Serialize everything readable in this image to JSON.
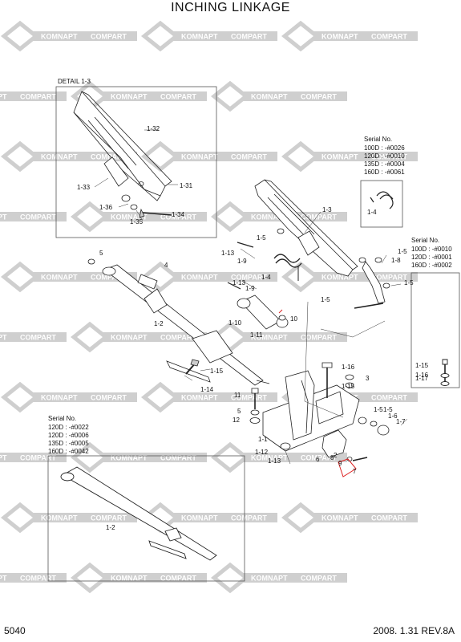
{
  "title": "INCHING LINKAGE",
  "footer": {
    "page_no": "5040",
    "date_rev": "2008. 1.31  REV.8A"
  },
  "watermark": {
    "left": "KOMNAPT",
    "right": "COMPART",
    "color": "#cfcfcf"
  },
  "detail": {
    "title": "DETAIL 1-3"
  },
  "serial_box_spring": {
    "heading": "Serial No.",
    "rows": [
      "100D : -#0026",
      "120D : -#0010",
      "135D : -#0004",
      "160D : -#0061"
    ],
    "part": "1-4"
  },
  "serial_box_bolt": {
    "heading": "Serial No.",
    "rows": [
      "100D : -#0010",
      "120D : -#0001",
      "160D : -#0002"
    ],
    "parts": [
      "1-16",
      "1-15",
      "1-17"
    ]
  },
  "serial_box_shaft": {
    "heading": "Serial No.",
    "rows": [
      "120D : -#0022",
      "120D : -#0006",
      "135D : -#0005",
      "160D : -#0042"
    ],
    "part": "1-2"
  },
  "callouts": [
    "1-32",
    "1-31",
    "1-33",
    "1-36",
    "1-35",
    "1-34",
    "5",
    "4",
    "1-2",
    "1-15",
    "1-14",
    "1-3",
    "1-5",
    "1-5",
    "1-8",
    "1-13",
    "1-9",
    "1-4",
    "1-13",
    "1-9",
    "1-5",
    "1-5",
    "1-10",
    "10",
    "1-11",
    "1-16",
    "1-15",
    "3",
    "1-5",
    "11",
    "5",
    "12",
    "1-1",
    "1-12",
    "1-13",
    "6",
    "8",
    "9",
    "7",
    "2",
    "1-5",
    "1-6",
    "1-7"
  ]
}
